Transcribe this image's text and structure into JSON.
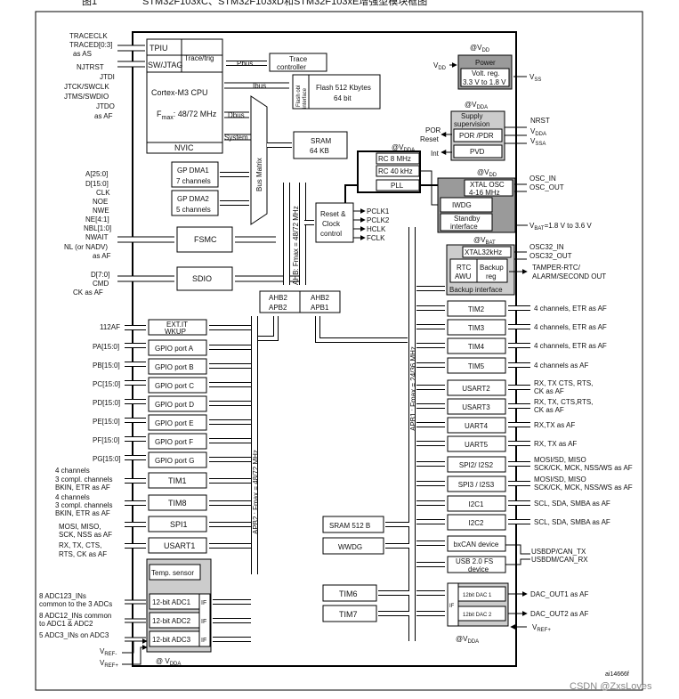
{
  "header": {
    "caption_fig": "图1",
    "caption_text": "STM32F103xC、STM32F103xD和STM32F103xE增强型模块框图"
  },
  "core": {
    "tpiu": "TPIU",
    "swjtag": "SW/JTAG",
    "trace_trig": "Trace/trig",
    "cpu": "Cortex-M3 CPU",
    "fmax": "F",
    "fmax_sub": "max",
    "fmax_val": ": 48/72 MHz",
    "nvic": "NVIC",
    "ibus": "Ibus",
    "dbus": "Dbus",
    "system": "System",
    "pbus": "Pbus",
    "trace_ctrl_1": "Trace",
    "trace_ctrl_2": "controller",
    "flash_obl_1": "Flash obl",
    "flash_obl_2": "interface",
    "flash_1": "Flash 512 Kbytes",
    "flash_2": "64 bit",
    "sram_1": "SRAM",
    "sram_2": "64 KB",
    "bus_matrix": "Bus Matrix"
  },
  "left_pins": {
    "trace": [
      "TRACECLK",
      "TRACED[0:3]",
      "as AS"
    ],
    "jtag": [
      "NJTRST",
      "JTDI",
      "JTCK/SWCLK",
      "JTMS/SWDIO",
      "JTDO",
      "as AF"
    ],
    "fsmc": [
      "A[25:0]",
      "D[15:0]",
      "CLK",
      "NOE",
      "NWE",
      "NE[4:1]",
      "NBL[1:0]",
      "NWAIT",
      "NL (or NADV)",
      "as AF"
    ],
    "sdio": [
      "D[7:0]",
      "CMD",
      "CK as AF"
    ],
    "af112": "112AF",
    "ports": [
      "PA[15:0]",
      "PB[15:0]",
      "PC[15:0]",
      "PD[15:0]",
      "PE[15:0]",
      "PF[15:0]",
      "PG[15:0]"
    ],
    "tim1": [
      "4 channels",
      "3 compl. channels",
      "BKIN, ETR as AF"
    ],
    "tim8": [
      "4 channels",
      "3 compl. channels",
      "BKIN, ETR as AF"
    ],
    "spi1": [
      "MOSI, MISO,",
      "SCK, NSS as AF"
    ],
    "usart1": [
      "RX, TX, CTS,",
      "RTS, CK as AF"
    ],
    "adc_a": [
      "8 ADC123_INs",
      "common to the 3 ADCs"
    ],
    "adc_b": [
      "8 ADC12_INs common",
      "to ADC1 & ADC2"
    ],
    "adc_c": "5 ADC3_INs on ADC3",
    "vref_minus": "V",
    "vref_minus_sub": "REF-",
    "vref_plus": "V",
    "vref_plus_sub": "REF+"
  },
  "left_blocks": {
    "dma1": [
      "GP DMA1",
      "7 channels"
    ],
    "dma2": [
      "GP DMA2",
      "5 channels"
    ],
    "fsmc": "FSMC",
    "sdio": "SDIO",
    "extit": [
      "EXT.IT",
      "WKUP"
    ],
    "gpio": [
      "GPIO port A",
      "GPIO port B",
      "GPIO port C",
      "GPIO port D",
      "GPIO port E",
      "GPIO port F",
      "GPIO port G"
    ],
    "tim1": "TIM1",
    "tim8": "TIM8",
    "spi1": "SPI1",
    "usart1": "USART1",
    "temp": "Temp. sensor",
    "adc": [
      "12-bit ADC1",
      "12-bit ADC2",
      "12-bit ADC3"
    ],
    "if": "IF",
    "vdda_at": "@ V",
    "vdda_sub": "DDA"
  },
  "center": {
    "ahb_label": "AHB: Fmax = 48/72 MHz",
    "apb2_label": "APB2 : Fmax = 48/72 MHz",
    "apb1_label": "APB1 : Fmax = 24/36 MHz",
    "bridge1": [
      "AHB2",
      "APB2"
    ],
    "bridge2": [
      "AHB2",
      "APB1"
    ],
    "rcc": [
      "Reset &",
      "Clock",
      "control"
    ],
    "clocks": [
      "PCLK1",
      "PCLK2",
      "HCLK",
      "FCLK"
    ],
    "rc8": "RC 8 MHz",
    "rc40": "RC 40 kHz",
    "pll": "PLL",
    "vdda_at": "@V",
    "vdda_sub": "DDA",
    "sram512": "SRAM 512 B",
    "wwdg": "WWDG",
    "tim6": "TIM6",
    "tim7": "TIM7"
  },
  "right_blocks": {
    "vdd_at": "@V",
    "vdd_sub": "DD",
    "power": "Power",
    "volt1": "Volt. reg.",
    "volt2": "3.3 V to 1.8 V",
    "vdd_pin": "V",
    "vdd_pin_sub": "DD",
    "vss_pin": "V",
    "vss_pin_sub": "SS",
    "vdda_at": "@V",
    "vdda_sub": "DDA",
    "supply1": "Supply",
    "supply2": "supervision",
    "por_pdr": "POR /PDR",
    "pvd": "PVD",
    "por": "POR",
    "reset": "Reset",
    "int": "Int",
    "nrst": "NRST",
    "vdda_pin": "V",
    "vdda_pin_sub": "DDA",
    "vssa_pin": "V",
    "vssa_pin_sub": "SSA",
    "vdd2_at": "@V",
    "vdd2_sub": "DD",
    "xtal1": "XTAL OSC",
    "xtal2": "4-16 MHz",
    "osc_in": "OSC_IN",
    "osc_out": "OSC_OUT",
    "iwdg": "IWDG",
    "standby1": "Standby",
    "standby2": "interface",
    "vbat_pin": "V",
    "vbat_pin_sub": "BAT",
    "vbat_range": "=1.8 V to 3.6 V",
    "vbat_at": "@V",
    "vbat_sub": "BAT",
    "xtal32": "XTAL32kHz",
    "rtc1": "RTC",
    "rtc2": "AWU",
    "backup1": "Backup",
    "backup2": "reg",
    "backup_if": "Backup interface",
    "osc32_in": "OSC32_IN",
    "osc32_out": "OSC32_OUT",
    "tamper1": "TAMPER-RTC/",
    "tamper2": "ALARM/SECOND OUT",
    "periph": [
      "TIM2",
      "TIM3",
      "TIM4",
      "TIM5",
      "USART2",
      "USART3",
      "UART4",
      "UART5",
      "SPI2/ I2S2",
      "SPI3 / I2S3",
      "I2C1",
      "I2C2",
      "bxCAN device"
    ],
    "usb1": "USB 2.0 FS",
    "usb2": "device",
    "dac1": "12bit DAC 1",
    "dac2": "12bit DAC 2",
    "dac_if": "IF",
    "bottom_vdda_at": "@V",
    "bottom_vdda_sub": "DDA"
  },
  "right_pins": {
    "tim2": "4 channels, ETR as AF",
    "tim3": "4 channels, ETR as AF",
    "tim4": "4 channels, ETR as AF",
    "tim5": "4 channels as AF",
    "usart2": [
      "RX, TX CTS, RTS,",
      "CK as AF"
    ],
    "usart3": [
      "RX, TX, CTS,RTS,",
      "CK as AF"
    ],
    "uart4": "RX,TX as AF",
    "uart5": "RX, TX as AF",
    "spi2": [
      "MOSI/SD, MISO",
      "SCK/CK, MCK, NSS/WS as AF"
    ],
    "spi3": [
      "MOSI/SD, MISO",
      "SCK/CK, MCK, NSS/WS as AF"
    ],
    "i2c1": "SCL, SDA, SMBA as AF",
    "i2c2": "SCL, SDA, SMBA as AF",
    "usb": [
      "USBDP/CAN_TX",
      "USBDM/CAN_RX"
    ],
    "dac_out1": "DAC_OUT1 as AF",
    "dac_out2": "DAC_OUT2 as AF",
    "vref": "V",
    "vref_sub": "REF+"
  },
  "footer": {
    "ref": "ai14666f",
    "watermark": "CSDN @ZxsLoves"
  },
  "colors": {
    "shade": "#cccccc",
    "dark": "#9a9a9a",
    "line": "#000000"
  }
}
